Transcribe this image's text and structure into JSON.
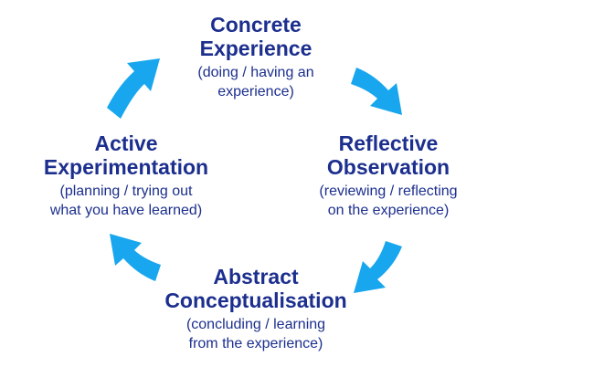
{
  "colors": {
    "title": "#1c2f8e",
    "description": "#1c2f8e",
    "arrow": "#18a6ee",
    "background": "#ffffff"
  },
  "nodes": {
    "concrete": {
      "title": [
        "Concrete",
        "Experience"
      ],
      "description": [
        "(doing / having an",
        "experience)"
      ]
    },
    "reflective": {
      "title": [
        "Reflective",
        "Observation"
      ],
      "description": [
        "(reviewing / reflecting",
        "on the experience)"
      ]
    },
    "abstract": {
      "title": [
        "Abstract",
        "Conceptualisation"
      ],
      "description": [
        "(concluding / learning",
        "from the experience)"
      ]
    },
    "active": {
      "title": [
        "Active",
        "Experimentation"
      ],
      "description": [
        "(planning / trying out",
        "what you have learned)"
      ]
    }
  },
  "arrows": [
    {
      "from": "active",
      "to": "concrete",
      "icon": "curved-arrow-icon"
    },
    {
      "from": "concrete",
      "to": "reflective",
      "icon": "curved-arrow-icon"
    },
    {
      "from": "reflective",
      "to": "abstract",
      "icon": "curved-arrow-icon"
    },
    {
      "from": "abstract",
      "to": "active",
      "icon": "curved-arrow-icon"
    }
  ]
}
